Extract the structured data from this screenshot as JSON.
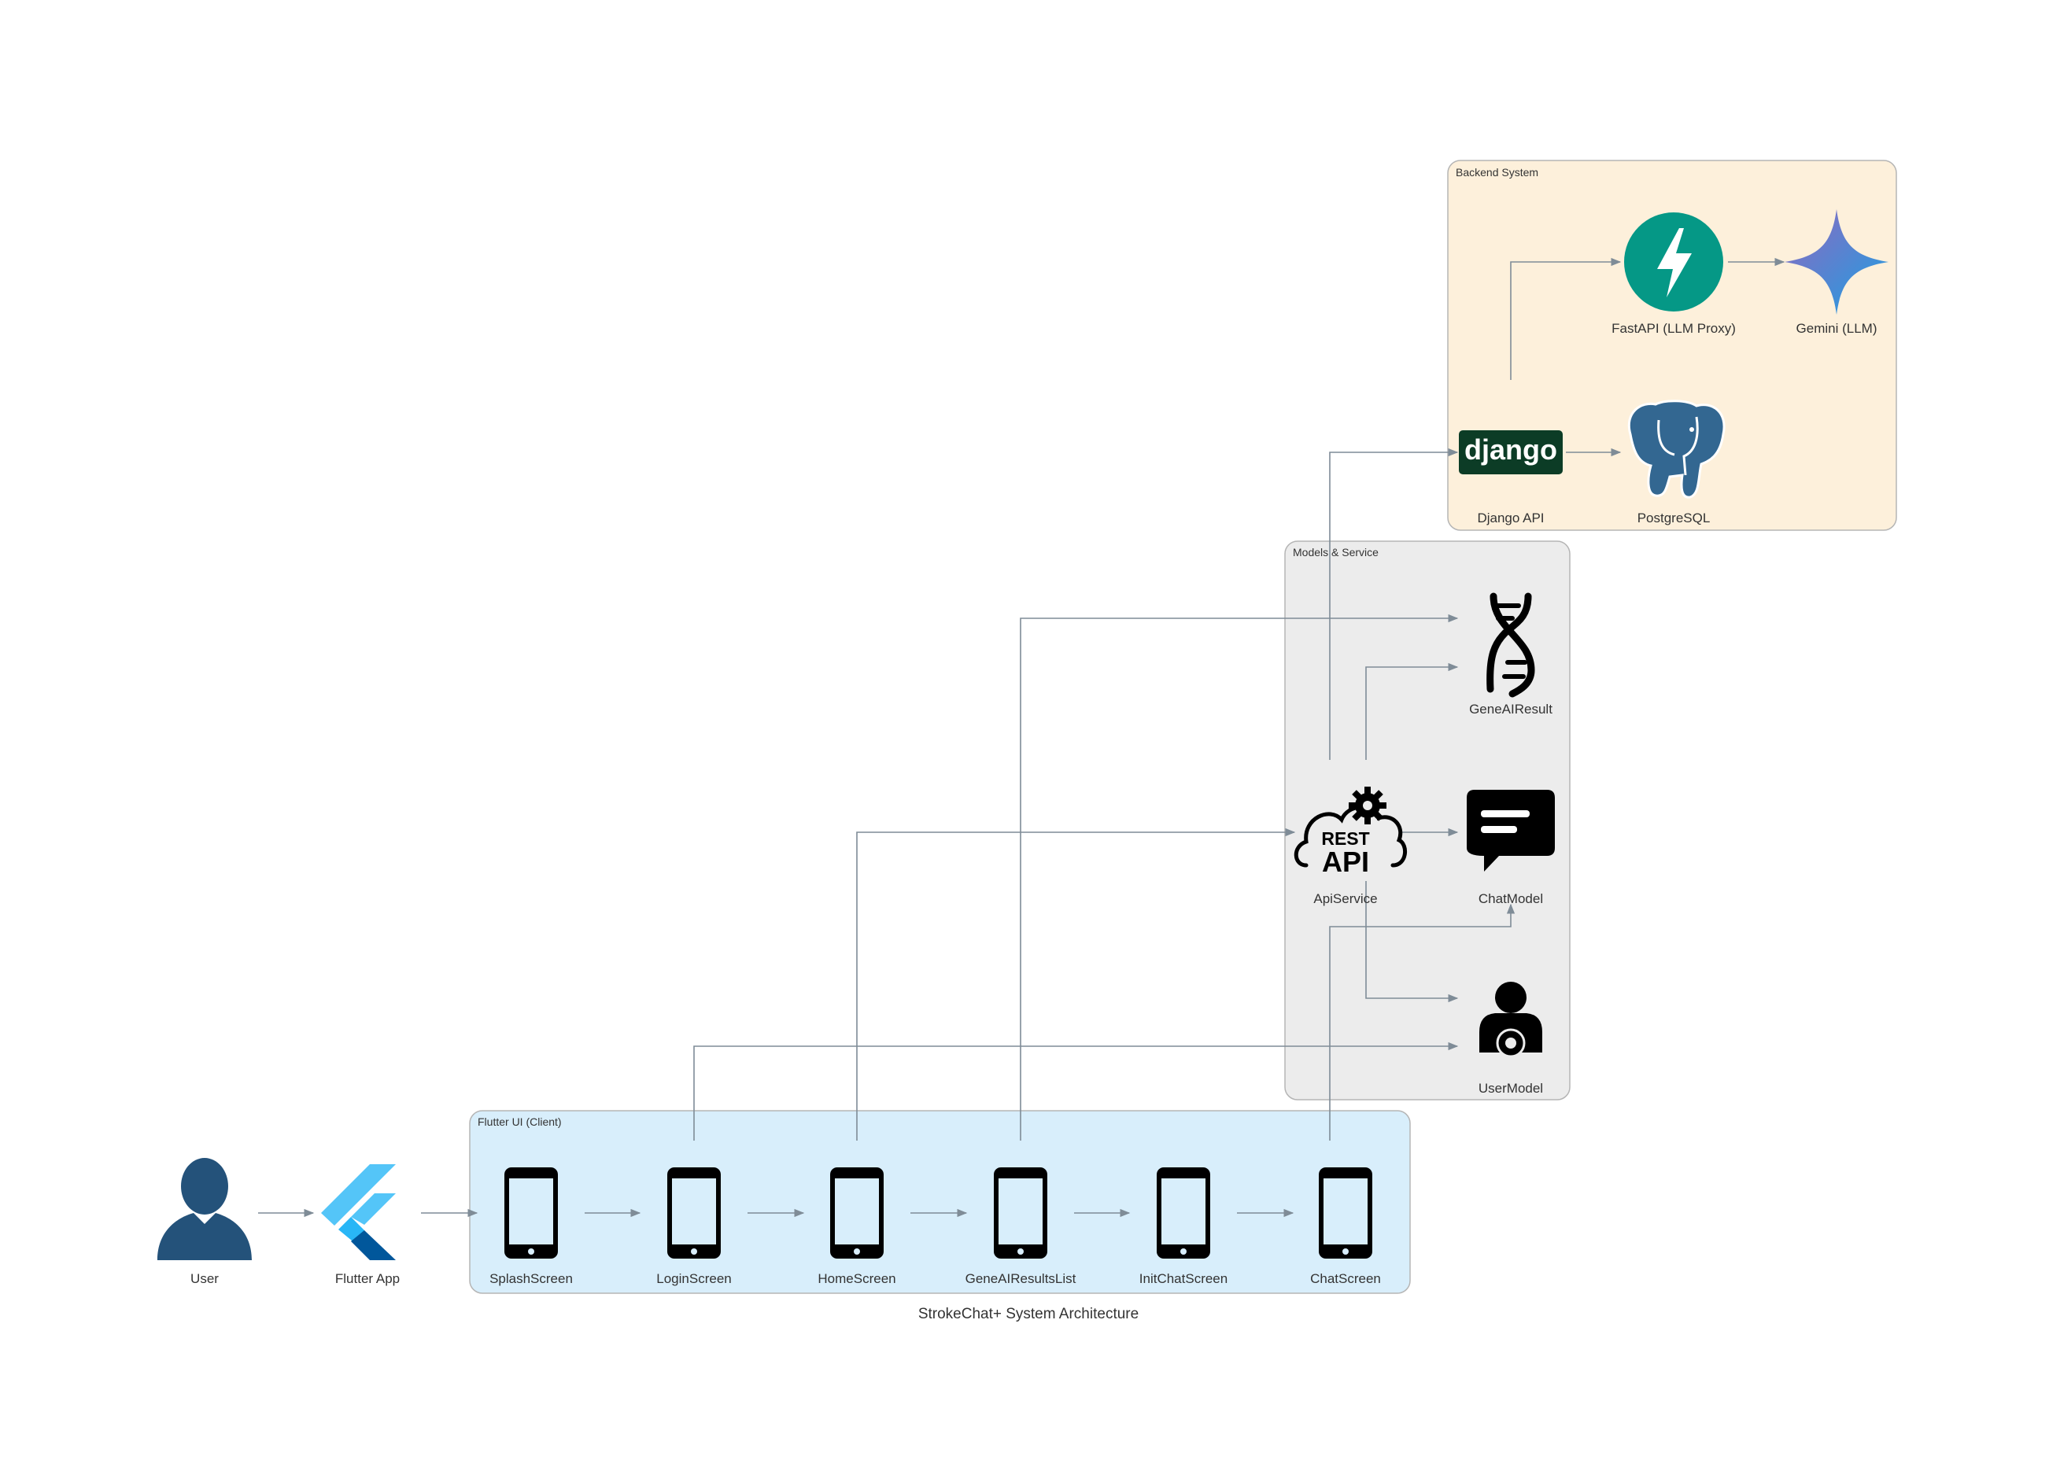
{
  "diagram": {
    "title": "StrokeChat+ System Architecture",
    "clusters": {
      "backend": "Backend System",
      "models": "Models & Service",
      "flutter_ui": "Flutter UI (Client)"
    },
    "nodes": {
      "user": "User",
      "flutter_app": "Flutter App",
      "splash": "SplashScreen",
      "login": "LoginScreen",
      "home": "HomeScreen",
      "gene_list": "GeneAIResultsList",
      "init_chat": "InitChatScreen",
      "chat_screen": "ChatScreen",
      "api_service": "ApiService",
      "chat_model": "ChatModel",
      "user_model": "UserModel",
      "gene_result": "GeneAIResult",
      "django": "Django API",
      "postgres": "PostgreSQL",
      "fastapi": "FastAPI (LLM Proxy)",
      "gemini": "Gemini (LLM)"
    },
    "icon_text": {
      "django_logo": "django",
      "rest_top": "REST",
      "rest_bottom": "API"
    },
    "colors": {
      "backend_fill": "#fdf0db",
      "models_fill": "#ececec",
      "flutter_fill": "#d8eefb",
      "edge": "#7f8c97",
      "user_icon": "#24527a",
      "fastapi": "#059886",
      "django_bg": "#0c3c26"
    }
  }
}
